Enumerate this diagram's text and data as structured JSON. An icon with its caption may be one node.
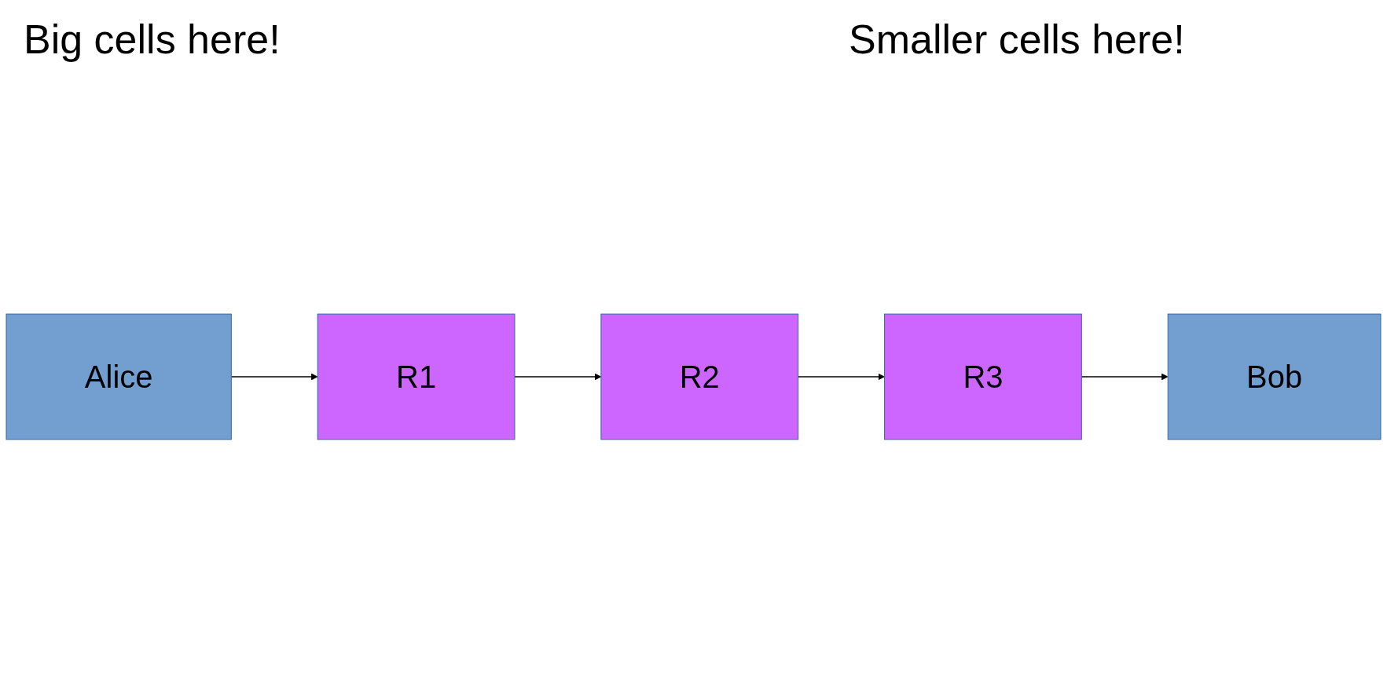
{
  "diagram": {
    "nodes": [
      {
        "text": [
          "Alice"
        ]
      },
      {
        "text": [
          "R1"
        ]
      },
      {
        "text": [
          "R2"
        ]
      },
      {
        "text": [
          "R3"
        ]
      },
      {
        "text": [
          "Bob"
        ]
      }
    ],
    "edges": [
      {
        "from": 0,
        "to": 1,
        "arrow": "to"
      },
      {
        "from": 1,
        "to": 2,
        "arrow": "to"
      },
      {
        "from": 2,
        "to": 3,
        "arrow": "to"
      },
      {
        "from": 3,
        "to": 4,
        "arrow": "to"
      }
    ],
    "labels": [
      "Big cells here!",
      "Smaller cells here!"
    ]
  }
}
